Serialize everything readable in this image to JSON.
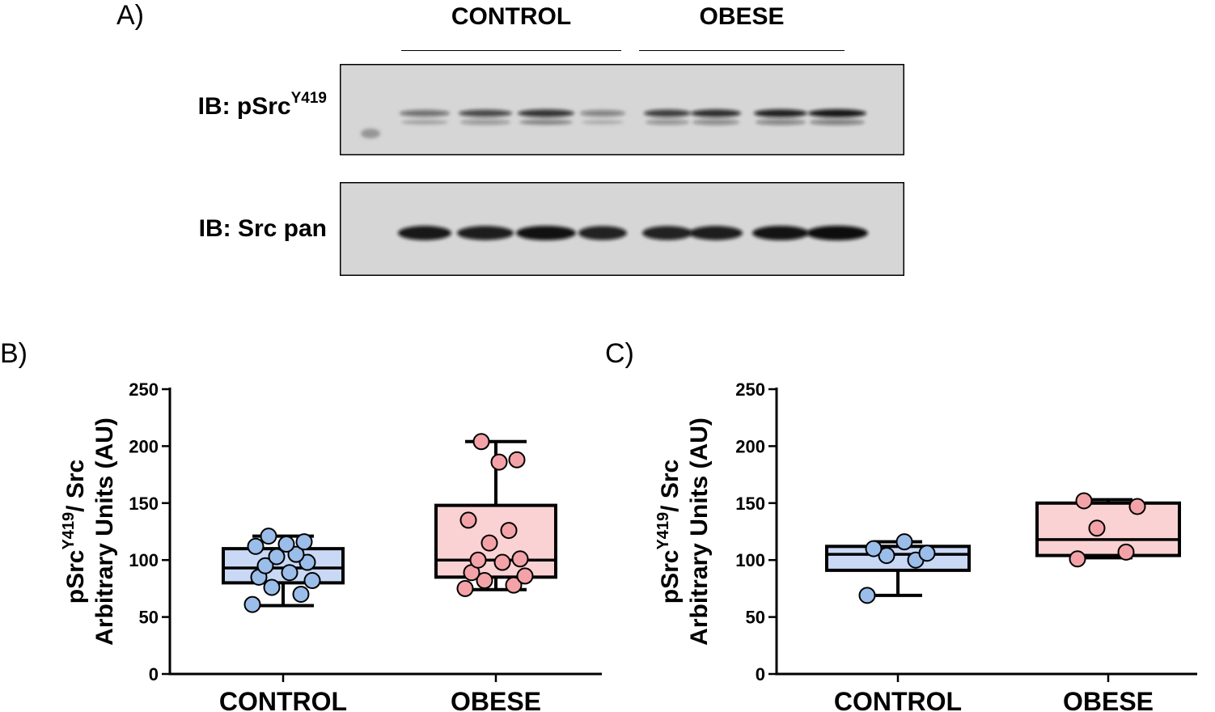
{
  "panels": {
    "a": {
      "letter": "A)"
    },
    "b": {
      "letter": "B)"
    },
    "c": {
      "letter": "C)"
    }
  },
  "blot": {
    "groups": [
      {
        "label": "CONTROL"
      },
      {
        "label": "OBESE"
      }
    ],
    "rows": [
      {
        "prefix": "IB: pSrc",
        "sup": "Y419",
        "intensity": [
          0.55,
          0.75,
          0.85,
          0.45,
          0.8,
          0.88,
          0.95,
          1.0
        ]
      },
      {
        "prefix": "IB: Src pan",
        "sup": "",
        "intensity": [
          0.95,
          0.92,
          0.98,
          0.9,
          0.9,
          0.92,
          0.97,
          1.0
        ]
      }
    ],
    "colors": {
      "membrane": "#d6d6d6",
      "band": "#111111"
    }
  },
  "chart_data": [
    {
      "type": "box",
      "panel": "B)",
      "ylabel_line1_prefix": "pSrc",
      "ylabel_line1_sup": "Y419",
      "ylabel_line1_suffix": "/ Src",
      "ylabel_line2": "Arbitrary Units (AU)",
      "ylim": [
        0,
        250
      ],
      "yticks": [
        "0",
        "50",
        "100",
        "150",
        "200",
        "250"
      ],
      "categories": [
        "CONTROL",
        "OBESE"
      ],
      "series": [
        {
          "box": {
            "min": 60,
            "q1": 80,
            "median": 93,
            "q3": 110,
            "max": 121
          },
          "points": [
            61,
            70,
            76,
            82,
            85,
            89,
            95,
            98,
            103,
            105,
            112,
            114,
            116,
            121
          ],
          "fill": "#c9d9f5",
          "point": "#9bbde9"
        },
        {
          "box": {
            "min": 74,
            "q1": 85,
            "median": 100,
            "q3": 148,
            "max": 204
          },
          "points": [
            75,
            78,
            82,
            86,
            89,
            98,
            100,
            101,
            115,
            126,
            135,
            186,
            188,
            204
          ],
          "fill": "#fad2d4",
          "point": "#f3a3a7"
        }
      ]
    },
    {
      "type": "box",
      "panel": "C)",
      "ylabel_line1_prefix": "pSrc",
      "ylabel_line1_sup": "Y419",
      "ylabel_line1_suffix": "/ Src",
      "ylabel_line2": "Arbitrary Units (AU)",
      "ylim": [
        0,
        250
      ],
      "yticks": [
        "0",
        "50",
        "100",
        "150",
        "200",
        "250"
      ],
      "categories": [
        "CONTROL",
        "OBESE"
      ],
      "series": [
        {
          "box": {
            "min": 69,
            "q1": 91,
            "median": 105,
            "q3": 112,
            "max": 116
          },
          "points": [
            69,
            100,
            104,
            106,
            110,
            116
          ],
          "fill": "#c9d9f5",
          "point": "#9bbde9"
        },
        {
          "box": {
            "min": 102,
            "q1": 104,
            "median": 118,
            "q3": 150,
            "max": 153
          },
          "points": [
            101,
            107,
            128,
            147,
            152
          ],
          "fill": "#fad2d4",
          "point": "#f3a3a7"
        }
      ]
    }
  ]
}
